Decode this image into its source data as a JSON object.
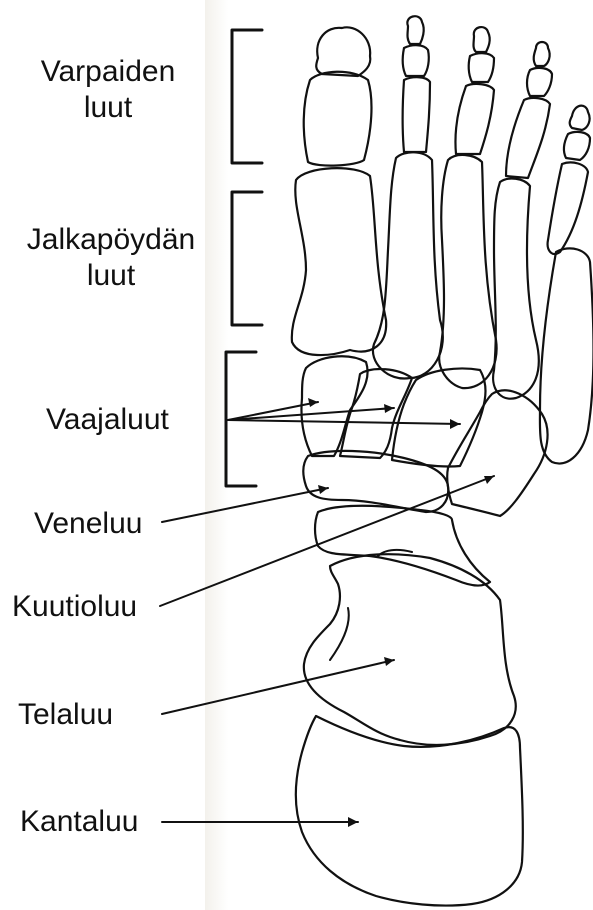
{
  "labels": {
    "phalanges": [
      "Varpaiden",
      "luut"
    ],
    "metatarsals": [
      "Jalkapöydän",
      "luut"
    ],
    "cuneiforms": "Vaajaluut",
    "navicular": "Veneluu",
    "cuboid": "Kuutioluu",
    "talus": "Telaluu",
    "calcaneus": "Kantaluu"
  },
  "colors": {
    "ink": "#111111",
    "paper": "#ffffff",
    "paper_shadow": "#f3f1ec"
  }
}
